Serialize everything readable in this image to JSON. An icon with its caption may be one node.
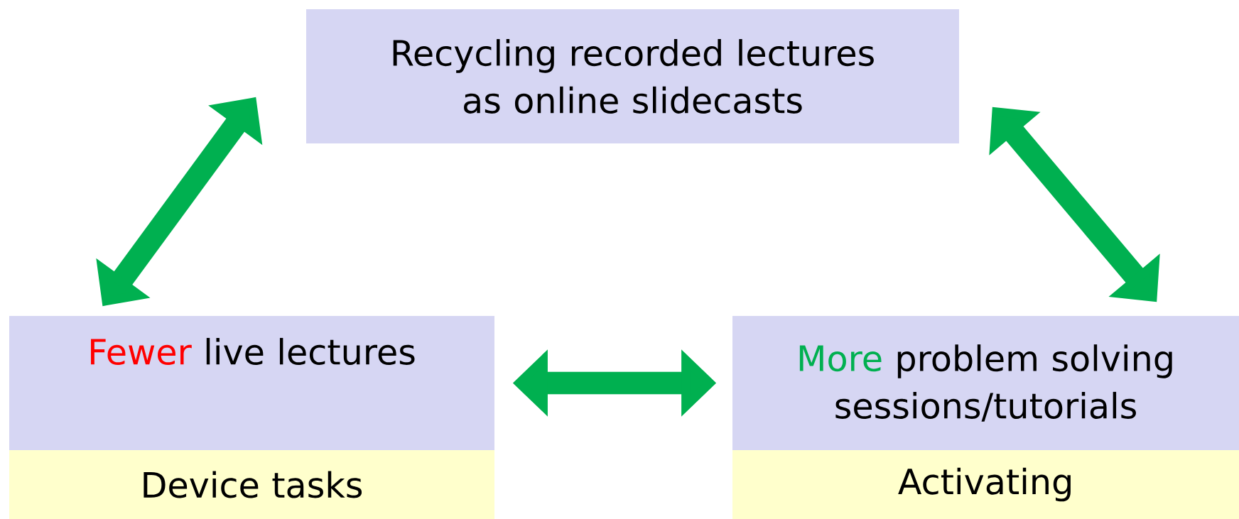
{
  "diagram": {
    "nodes": [
      {
        "text": [
          "Recycling recorded lectures as online slidecasts"
        ]
      },
      {
        "text": [
          "Fewer",
          "live lectures"
        ]
      },
      {
        "text": [
          "Device tasks"
        ]
      },
      {
        "text": [
          "More",
          "problem solving sessions/tutorials"
        ]
      },
      {
        "text": [
          "Activating"
        ]
      }
    ],
    "edges": [
      {
        "from": 1,
        "to": 0,
        "arrow": "both"
      },
      {
        "from": 0,
        "to": 3,
        "arrow": "both"
      },
      {
        "from": 1,
        "to": 3,
        "arrow": "both"
      }
    ]
  }
}
